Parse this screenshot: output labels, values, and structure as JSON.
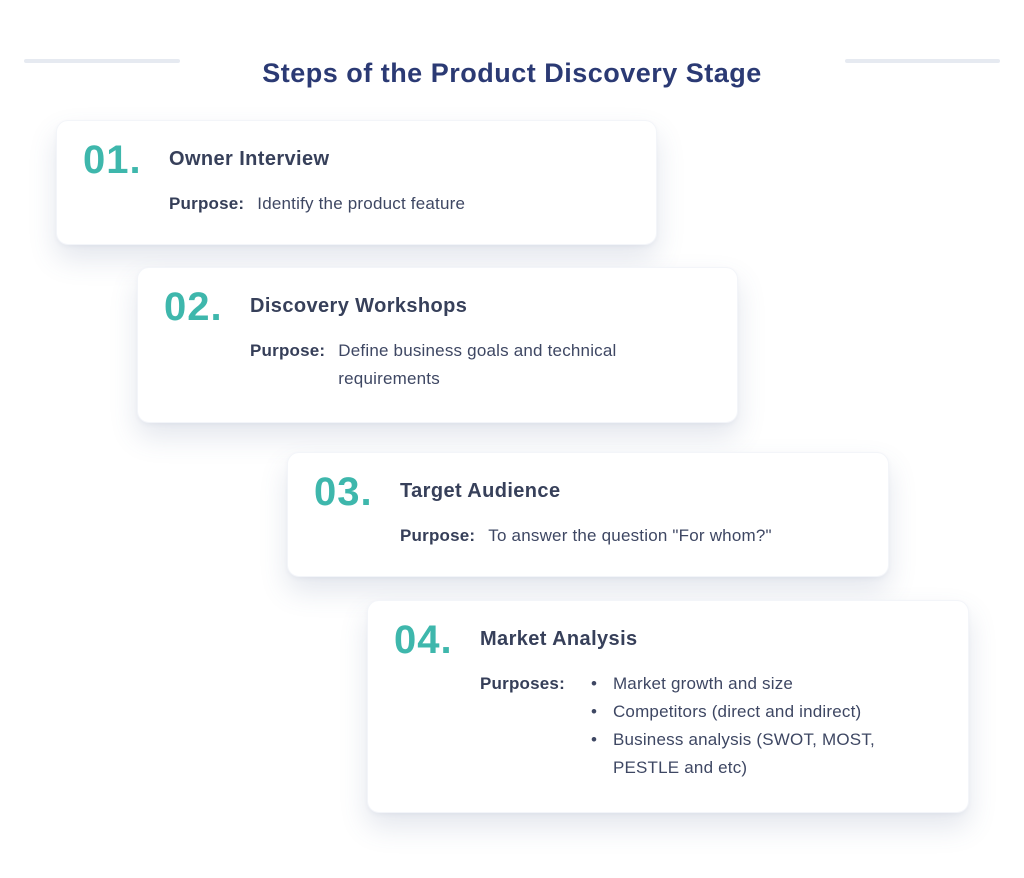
{
  "header": {
    "title": "Steps of the Product Discovery Stage"
  },
  "colors": {
    "accent_teal": "#3eb7ac",
    "title_navy": "#2b3a74",
    "text_slate": "#37405a",
    "divider_gray": "#e6eaf1",
    "card_background": "#ffffff"
  },
  "bullet_char": "•",
  "cards": [
    {
      "number": "01.",
      "title": "Owner Interview",
      "purpose_label": "Purpose:",
      "purpose_text": "Identify the product feature"
    },
    {
      "number": "02.",
      "title": "Discovery Workshops",
      "purpose_label": "Purpose:",
      "purpose_text": "Define business goals and technical requirements"
    },
    {
      "number": "03.",
      "title": "Target Audience",
      "purpose_label": "Purpose:",
      "purpose_text": "To answer the question \"For whom?\""
    },
    {
      "number": "04.",
      "title": "Market Analysis",
      "purpose_label": "Purposes:",
      "purpose_items": [
        "Market growth and size",
        "Competitors (direct and indirect)",
        "Business analysis (SWOT, MOST, PESTLE and etc)"
      ]
    }
  ]
}
